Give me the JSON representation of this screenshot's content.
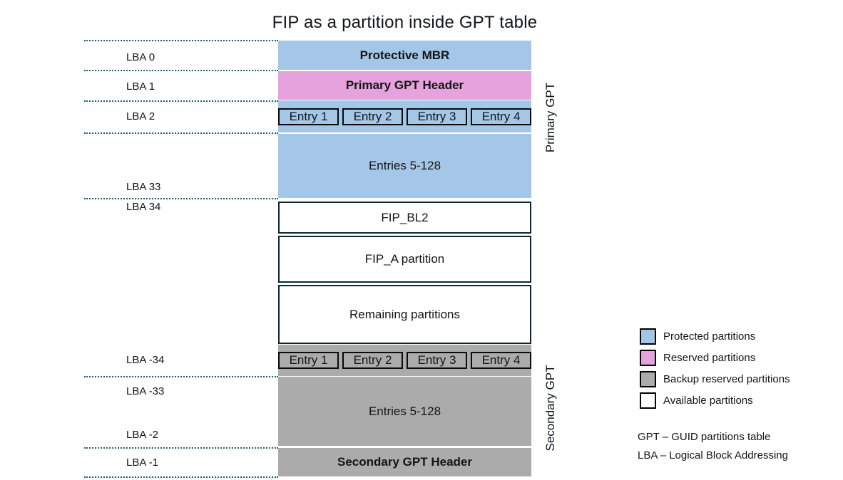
{
  "title": "FIP as a partition inside GPT table",
  "diagram": {
    "blocks": {
      "protective_mbr": "Protective MBR",
      "primary_gpt_header": "Primary GPT Header",
      "primary_entries_small": [
        "Entry 1",
        "Entry 2",
        "Entry 3",
        "Entry 4"
      ],
      "primary_entries_rest": "Entries 5-128",
      "fip_bl2": "FIP_BL2",
      "fip_a": "FIP_A partition",
      "remaining": "Remaining partitions",
      "secondary_entries_small": [
        "Entry 1",
        "Entry 2",
        "Entry 3",
        "Entry 4"
      ],
      "secondary_entries_rest": "Entries 5-128",
      "secondary_gpt_header": "Secondary GPT Header"
    },
    "lba_labels": [
      "LBA 0",
      "LBA 1",
      "LBA 2",
      "LBA 33",
      "LBA 34",
      "LBA -34",
      "LBA -33",
      "LBA -2",
      "LBA -1"
    ],
    "side_labels": {
      "primary": "Primary GPT",
      "secondary": "Secondary GPT"
    }
  },
  "legend": {
    "items": [
      {
        "label": "Protected partitions",
        "color": "#a4c7e8"
      },
      {
        "label": "Reserved partitions",
        "color": "#e5a2dd"
      },
      {
        "label": "Backup reserved partitions",
        "color": "#ababab"
      },
      {
        "label": "Available partitions",
        "color": "#ffffff"
      }
    ],
    "notes": [
      "GPT – GUID partitions table",
      "LBA – Logical Block Addressing"
    ]
  },
  "colors": {
    "protected_blue": "#a4c7e8",
    "reserved_pink": "#e5a2dd",
    "backup_gray": "#ababab",
    "available_white": "#ffffff",
    "available_box_border": "#0e2735",
    "entry_cell_border": "#0a0a0a",
    "dotted_line": "#1e5f75",
    "text": "#141414"
  }
}
